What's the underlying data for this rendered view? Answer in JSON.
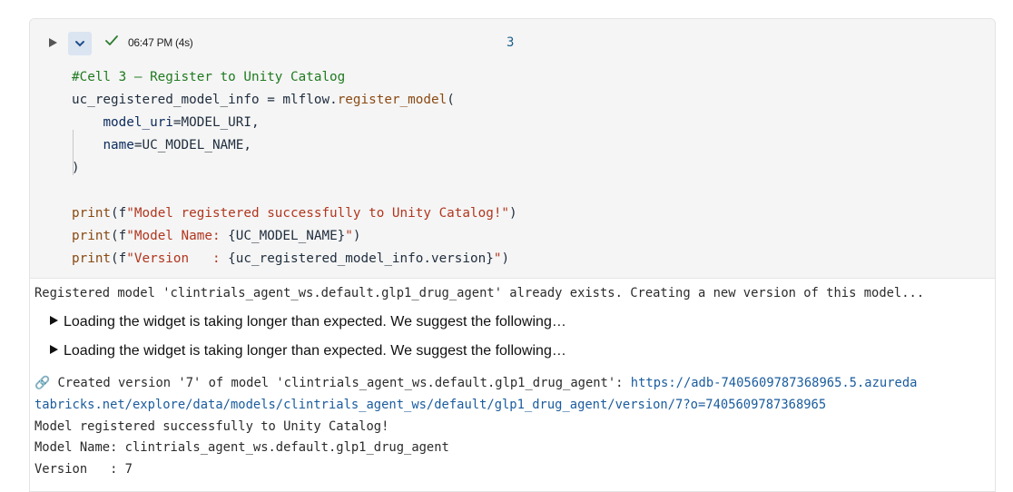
{
  "toolbar": {
    "run_time": "06:47 PM (4s)",
    "cell_number": "3"
  },
  "code": {
    "line1": "#Cell 3 — Register to Unity Catalog",
    "line2_var": "uc_registered_model_info",
    "line2_eq": " = ",
    "line2_obj": "mlflow.",
    "line2_fn": "register_model",
    "line2_paren": "(",
    "line3_kw": "model_uri",
    "line3_val": "=MODEL_URI,",
    "line4_kw": "name",
    "line4_val": "=UC_MODEL_NAME,",
    "line5": ")",
    "print1_fn": "print",
    "print1_open": "(f",
    "print1_str": "\"Model registered successfully to Unity Catalog!\"",
    "print1_close": ")",
    "print2_fn": "print",
    "print2_open": "(f",
    "print2_str_a": "\"Model Name: ",
    "print2_expr": "{UC_MODEL_NAME}",
    "print2_str_b": "\"",
    "print2_close": ")",
    "print3_fn": "print",
    "print3_open": "(f",
    "print3_str_a": "\"Version   : ",
    "print3_expr": "{uc_registered_model_info.version}",
    "print3_str_b": "\"",
    "print3_close": ")"
  },
  "output": {
    "line1": "Registered model 'clintrials_agent_ws.default.glp1_drug_agent' already exists. Creating a new version of this model...",
    "widget1": "Loading the widget is taking longer than expected. We suggest the following…",
    "widget2": "Loading the widget is taking longer than expected. We suggest the following…",
    "created_icon": "🔗",
    "created_text": " Created version '7' of model 'clintrials_agent_ws.default.glp1_drug_agent': ",
    "link_part1": "https://adb-7405609787368965.5.azureda",
    "link_part2": "tabricks.net/explore/data/models/clintrials_agent_ws/default/glp1_drug_agent/version/7?o=7405609787368965",
    "success": "Model registered successfully to Unity Catalog!",
    "model_name": "Model Name: clintrials_agent_ws.default.glp1_drug_agent",
    "version": "Version   : 7"
  },
  "icons": {
    "run": "play-icon",
    "collapse": "chevron-down-icon",
    "status": "check-icon",
    "link": "link-icon"
  },
  "colors": {
    "success": "#2e7d32",
    "link": "#1a5c9e",
    "string": "#b1361e",
    "comment": "#1f7a1f"
  }
}
